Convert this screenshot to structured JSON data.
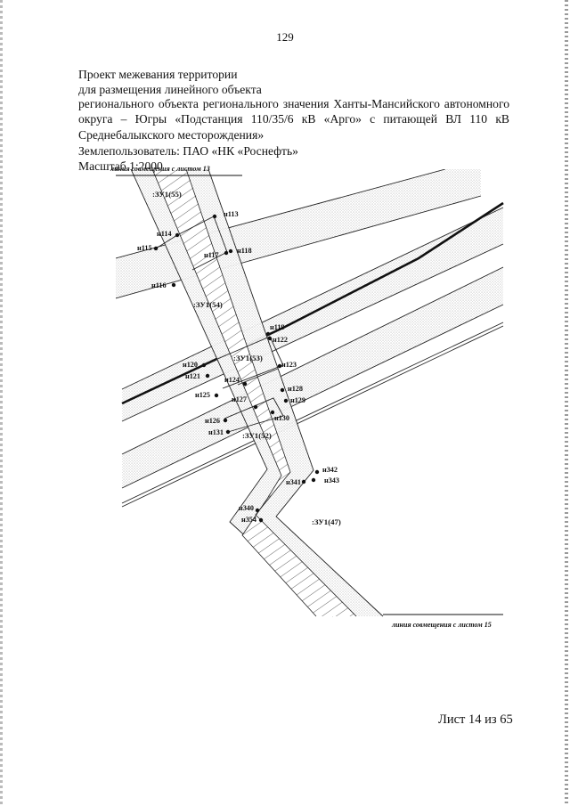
{
  "page": {
    "number": "129"
  },
  "header": {
    "line1": "Проект межевания территории",
    "line2": "для размещения линейного объекта",
    "line3": "регионального объекта регионального значения Ханты-Мансийского автономного",
    "line4": "округа – Югры «Подстанция 110/35/6 кВ «Арго» с питающей ВЛ 110 кВ",
    "line5": "Среднебалыкского месторождения»",
    "land_user": "Землепользователь: ПАО «НК «Роснефть»",
    "scale": "Масштаб 1:2000"
  },
  "drawing": {
    "seam_top": "линия совмещения с листом 13",
    "seam_bottom": "линия совмещения с листом 15",
    "plots": [
      ":ЗУ1(55)",
      ":ЗУ1(54)",
      ":ЗУ1(53)",
      ":ЗУ1(52)",
      ":ЗУ1(47)"
    ],
    "points": [
      "н113",
      "н114",
      "н115",
      "н116",
      "н117",
      "н118",
      "н119",
      "н120",
      "н121",
      "н122",
      "н123",
      "н124",
      "н125",
      "н126",
      "н127",
      "н128",
      "н129",
      "н130",
      "н131",
      "н342",
      "н343",
      "н341",
      "н340",
      "н354"
    ]
  },
  "footer": {
    "sheet": "Лист 14 из 65"
  }
}
